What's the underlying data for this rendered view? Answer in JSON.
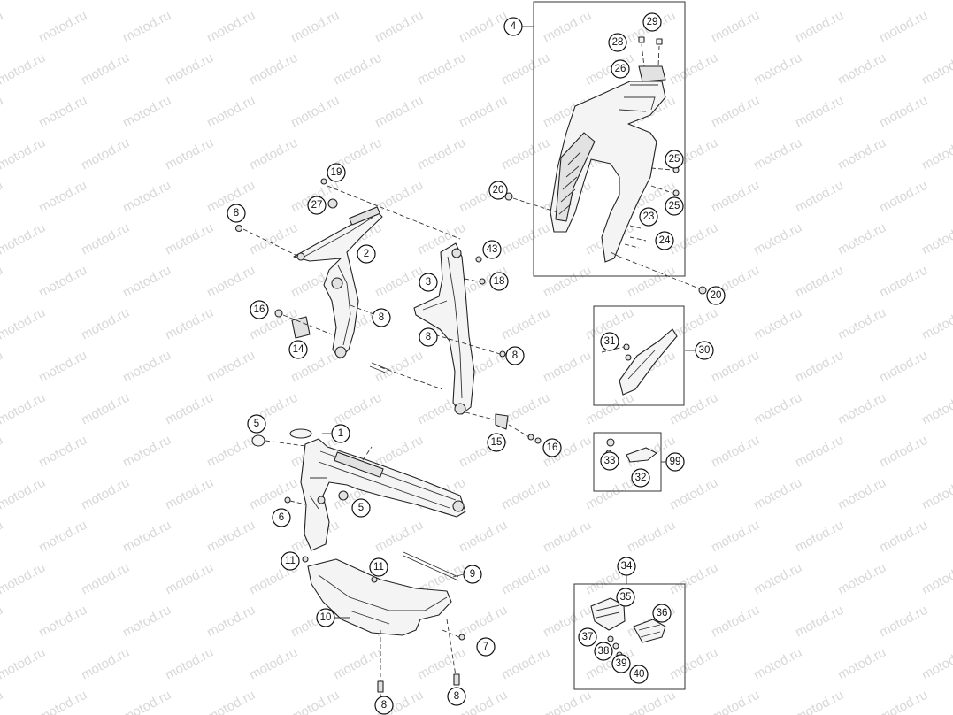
{
  "watermark": "motod.ru",
  "callouts": {
    "c1": "1",
    "c2": "2",
    "c3": "3",
    "c4": "4",
    "c5a": "5",
    "c5b": "5",
    "c6": "6",
    "c7": "7",
    "c8a": "8",
    "c8b": "8",
    "c8c": "8",
    "c8d": "8",
    "c8e": "8",
    "c8f": "8",
    "c9": "9",
    "c10": "10",
    "c11a": "11",
    "c11b": "11",
    "c14": "14",
    "c15": "15",
    "c16a": "16",
    "c16b": "16",
    "c18": "18",
    "c19": "19",
    "c20a": "20",
    "c20b": "20",
    "c23": "23",
    "c24": "24",
    "c25a": "25",
    "c25b": "25",
    "c26": "26",
    "c27": "27",
    "c28": "28",
    "c29": "29",
    "c30": "30",
    "c31": "31",
    "c32": "32",
    "c33": "33",
    "c34": "34",
    "c35": "35",
    "c36": "36",
    "c37": "37",
    "c38": "38",
    "c39": "39",
    "c40": "40",
    "c43": "43",
    "c99": "99"
  }
}
